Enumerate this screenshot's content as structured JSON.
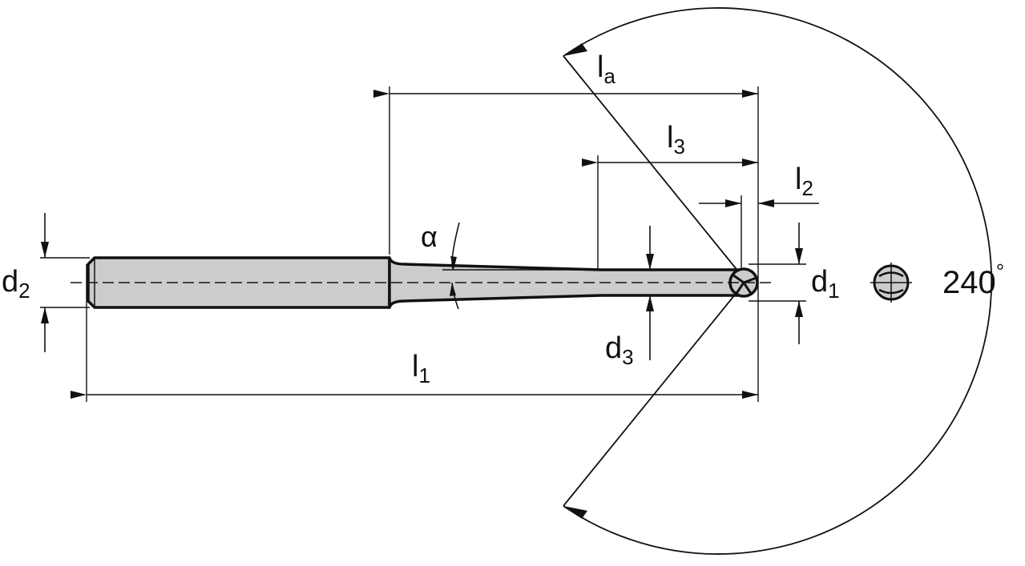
{
  "labels": {
    "la": {
      "main": "l",
      "sub": "a"
    },
    "l3": {
      "main": "l",
      "sub": "3"
    },
    "l2": {
      "main": "l",
      "sub": "2"
    },
    "l1": {
      "main": "l",
      "sub": "1"
    },
    "d1": {
      "main": "d",
      "sub": "1"
    },
    "d2": {
      "main": "d",
      "sub": "2"
    },
    "d3": {
      "main": "d",
      "sub": "3"
    },
    "alpha": "α",
    "angle": "240",
    "degree": "°"
  },
  "colors": {
    "line": "#111111",
    "body_fill": "#cccccc",
    "background": "#ffffff"
  }
}
